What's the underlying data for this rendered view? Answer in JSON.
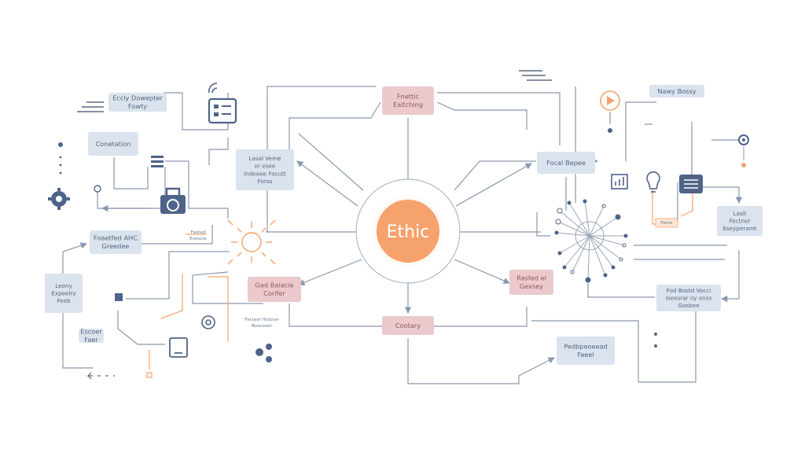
{
  "center": {
    "label": "Ethic"
  },
  "boxes": [
    {
      "id": "b1",
      "lines": [
        "Eccly Dowepter",
        "Fowty"
      ],
      "tone": "blue"
    },
    {
      "id": "b2",
      "lines": [
        "Conetation"
      ],
      "tone": "blue"
    },
    {
      "id": "b3",
      "lines": [
        "Lasal Veme",
        "or esee",
        "Indeeee Focutt",
        "Forss"
      ],
      "tone": "blue"
    },
    {
      "id": "b4",
      "lines": [
        "Fnettic",
        "Ealtching"
      ],
      "tone": "red"
    },
    {
      "id": "b5",
      "lines": [
        "Focal Bepee"
      ],
      "tone": "blue"
    },
    {
      "id": "b6",
      "lines": [
        "Nawy Bossy"
      ],
      "tone": "blue"
    },
    {
      "id": "b7",
      "lines": [
        "Lasit",
        "Fectner",
        "Eseyperamt"
      ],
      "tone": "blue"
    },
    {
      "id": "b8",
      "lines": [
        "Foaetfed AHC",
        "Greedee"
      ],
      "tone": "blue"
    },
    {
      "id": "b9",
      "lines": [
        "Leony",
        "Expeelry",
        "Feeb"
      ],
      "tone": "blue"
    },
    {
      "id": "b10",
      "lines": [
        "Gad Baiacie",
        "Corifer"
      ],
      "tone": "red"
    },
    {
      "id": "b11",
      "lines": [
        "Rasfed el",
        "Gexsey"
      ],
      "tone": "red"
    },
    {
      "id": "b12",
      "lines": [
        "Cootary"
      ],
      "tone": "red"
    },
    {
      "id": "b13",
      "lines": [
        "Fod Bostd Vocci",
        "Iseesrar oy onss",
        "Gosbee"
      ],
      "tone": "blue"
    },
    {
      "id": "b14",
      "lines": [
        "Pedbpeoeead",
        "Faeel"
      ],
      "tone": "blue"
    },
    {
      "id": "b15",
      "lines": [
        "Escoer",
        "Faer"
      ],
      "tone": "blue"
    }
  ],
  "small_labels": [
    {
      "id": "s1",
      "lines": [
        "Faoted",
        "Eoescie"
      ]
    },
    {
      "id": "s2",
      "lines": [
        "Fecteel Hiobcer",
        "Boscoeer"
      ]
    },
    {
      "id": "s3",
      "lines": [
        "Feme"
      ]
    }
  ],
  "icons": [
    "wifi-icon",
    "checklist-icon",
    "lines-icon",
    "gear-icon",
    "stack-icon",
    "lock-icon",
    "sun-icon",
    "settings-icon",
    "tablet-icon",
    "share-icon",
    "play-icon",
    "bar-chart-icon",
    "bulb-icon",
    "list-icon",
    "pin-icon",
    "square-icon",
    "arrow-icon"
  ],
  "colors": {
    "line": "#8a98ad",
    "box_blue_fill": "#dbe3ee",
    "box_blue_text": "#55657e",
    "box_red_fill": "#ecc9cc",
    "box_red_text": "#8c5a60",
    "orange": "#f6a26c",
    "orange_glow": "#f8b58a",
    "icon_dark": "#4e6387"
  }
}
